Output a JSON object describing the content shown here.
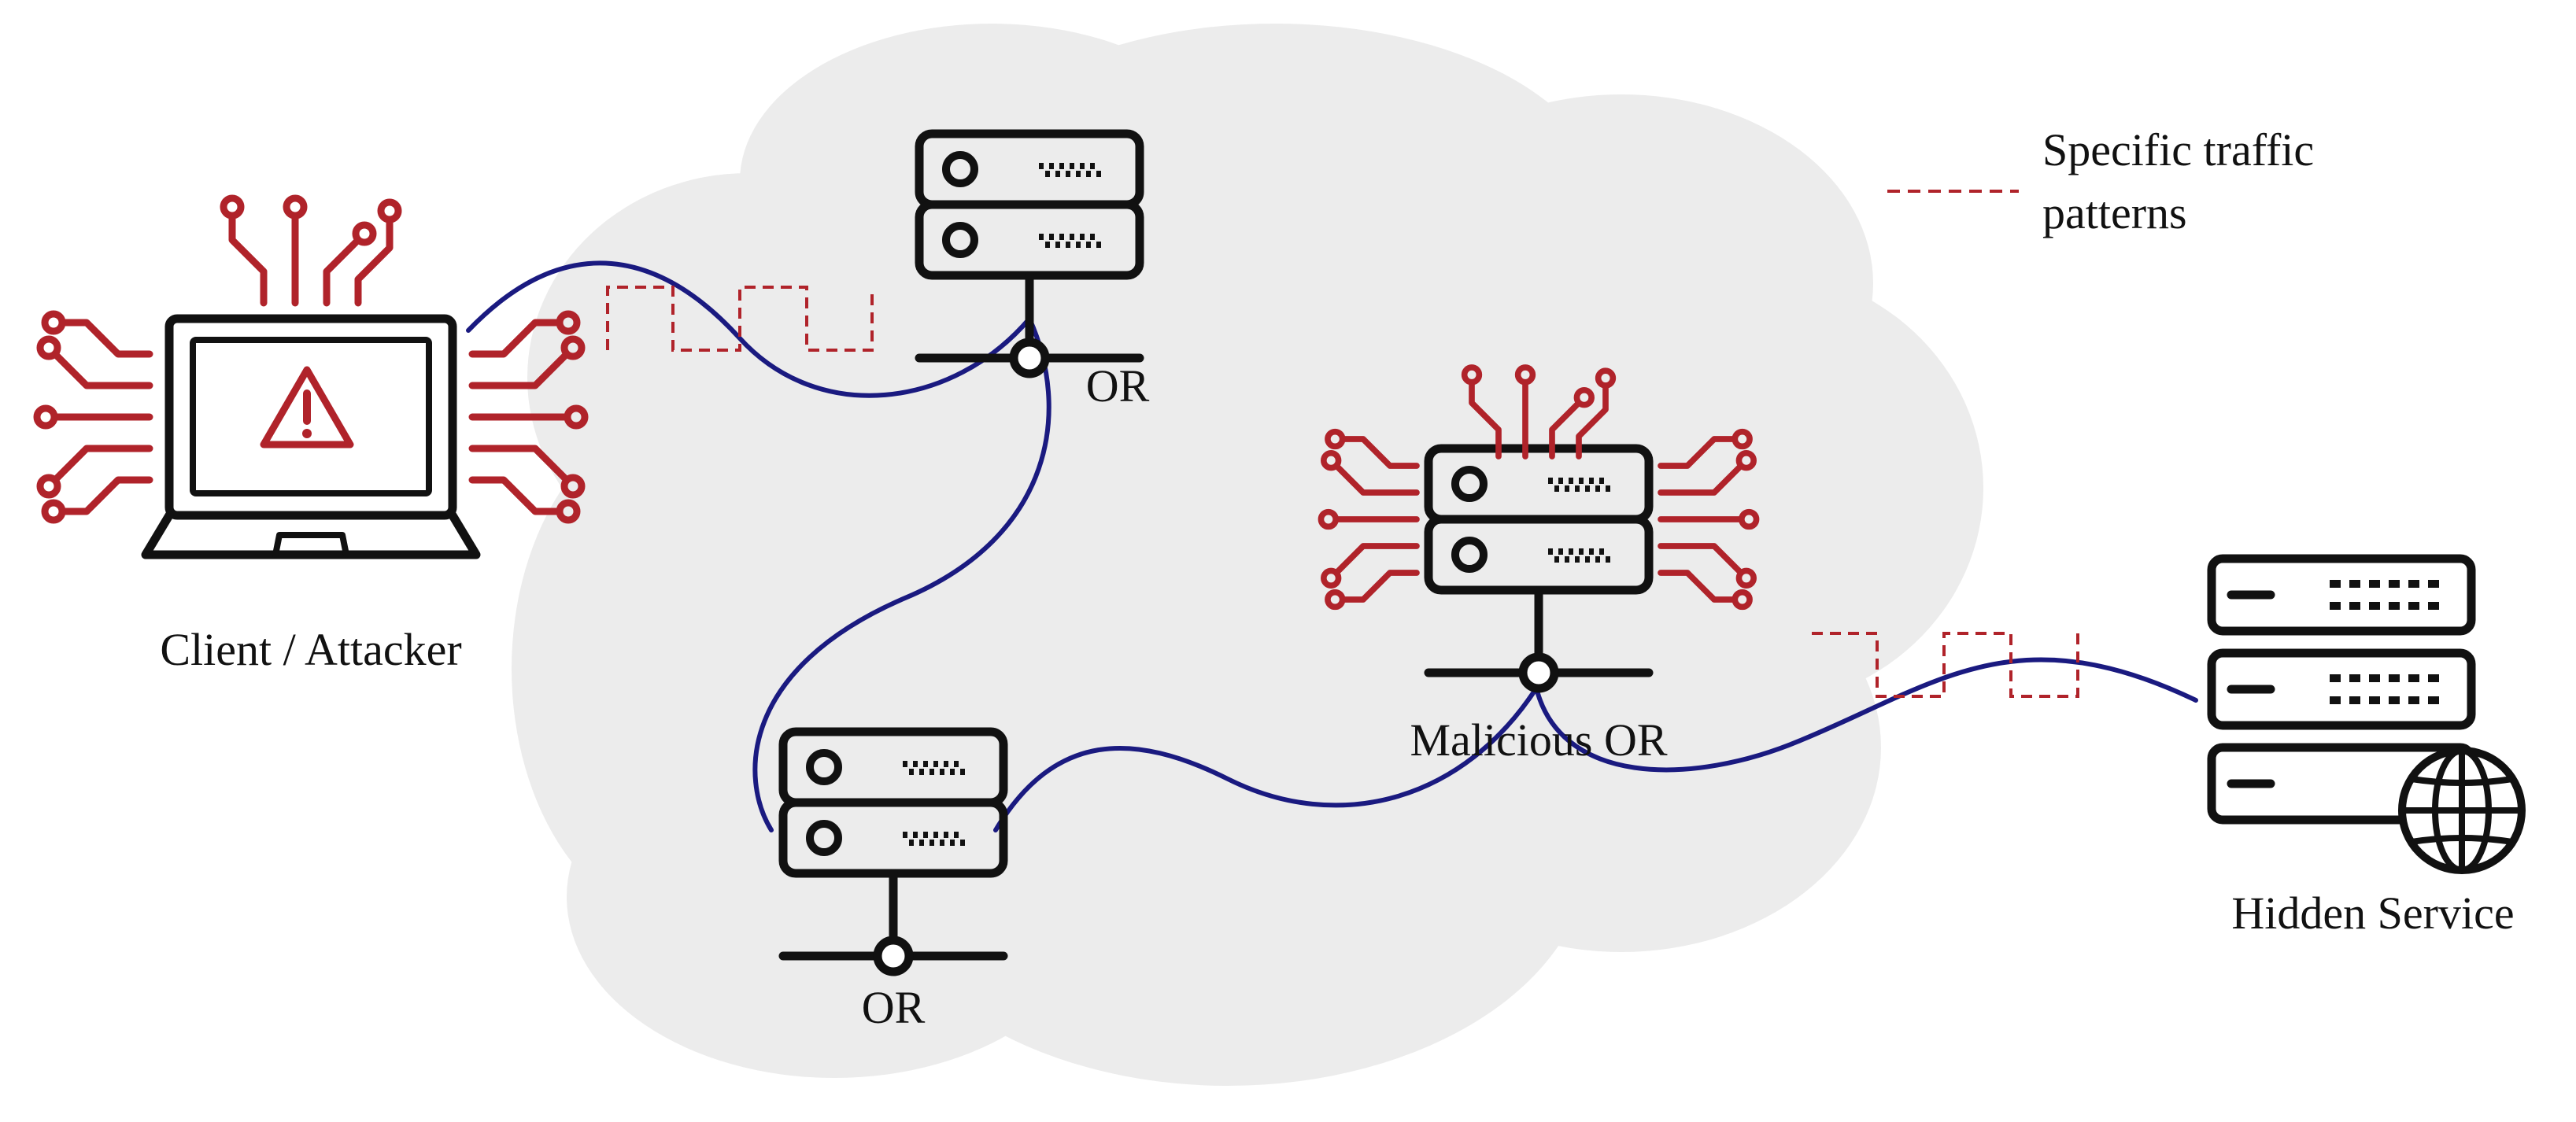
{
  "diagram": {
    "legend": {
      "label_line1": "Specific traffic",
      "label_line2": "patterns"
    },
    "nodes": {
      "client": {
        "label": "Client / Attacker",
        "icon": "laptop-alert-icon"
      },
      "relay_top": {
        "label": "OR",
        "icon": "server-icon"
      },
      "relay_bottom": {
        "label": "OR",
        "icon": "server-icon"
      },
      "relay_malicious": {
        "label": "Malicious OR",
        "icon": "server-circuit-icon"
      },
      "hidden_service": {
        "label": "Hidden Service",
        "icon": "server-globe-icon"
      }
    },
    "colors": {
      "cloud": "#ececec",
      "link": "#1a1a80",
      "traffic_pattern": "#b0232a",
      "circuit": "#b0232a",
      "icon": "#111111"
    }
  }
}
